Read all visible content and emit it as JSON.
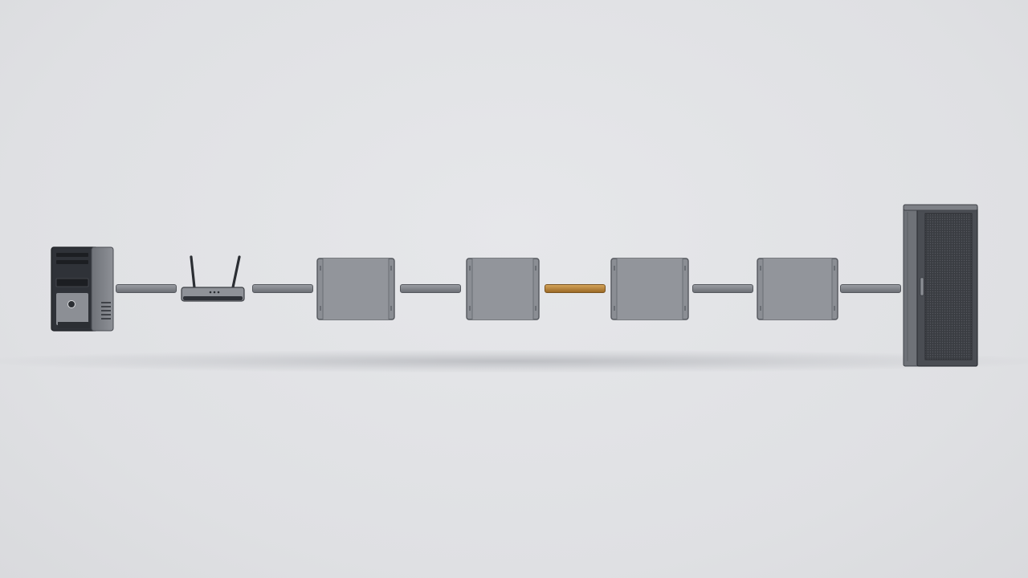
{
  "diagram": {
    "kind": "network-path",
    "colors": {
      "background": "#dfe0e3",
      "device_body": "#8a8d93",
      "device_edge": "#55585e",
      "link_default": "#7c7f85",
      "link_highlight": "#b07d34",
      "desktop_dark": "#2c2f35",
      "rack_dark": "#3e4147"
    },
    "nodes": [
      {
        "id": "client-computer",
        "icon": "desktop-tower-icon"
      },
      {
        "id": "home-router",
        "icon": "wifi-router-icon"
      },
      {
        "id": "hop-1",
        "icon": "network-box-icon"
      },
      {
        "id": "hop-2",
        "icon": "network-box-icon"
      },
      {
        "id": "hop-3",
        "icon": "network-box-icon"
      },
      {
        "id": "hop-4",
        "icon": "network-box-icon"
      },
      {
        "id": "destination-server",
        "icon": "server-rack-icon"
      }
    ],
    "links": [
      {
        "from": "client-computer",
        "to": "home-router",
        "state": "normal"
      },
      {
        "from": "home-router",
        "to": "hop-1",
        "state": "normal"
      },
      {
        "from": "hop-1",
        "to": "hop-2",
        "state": "normal"
      },
      {
        "from": "hop-2",
        "to": "hop-3",
        "state": "highlighted"
      },
      {
        "from": "hop-3",
        "to": "hop-4",
        "state": "normal"
      },
      {
        "from": "hop-4",
        "to": "destination-server",
        "state": "normal"
      }
    ]
  }
}
